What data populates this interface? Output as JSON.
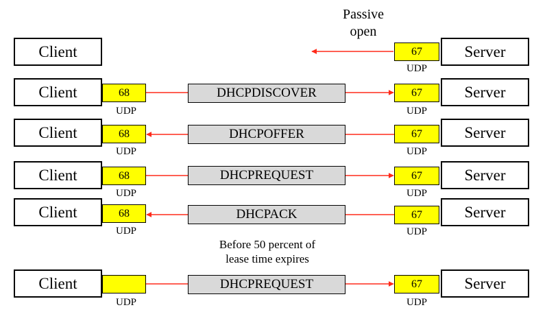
{
  "labels": {
    "client": "Client",
    "server": "Server",
    "udp": "UDP",
    "client_port": "68",
    "server_port": "67"
  },
  "passive_open": {
    "line1": "Passive",
    "line2": "open"
  },
  "renewal_note": {
    "line1": "Before 50 percent of",
    "line2": "lease time expires"
  },
  "messages": [
    "DHCPDISCOVER",
    "DHCPOFFER",
    "DHCPREQUEST",
    "DHCPACK",
    "DHCPREQUEST"
  ],
  "colors": {
    "arrow": "#ff2a1a",
    "port_fill": "#ffff00",
    "message_fill": "#d9d9d9"
  }
}
